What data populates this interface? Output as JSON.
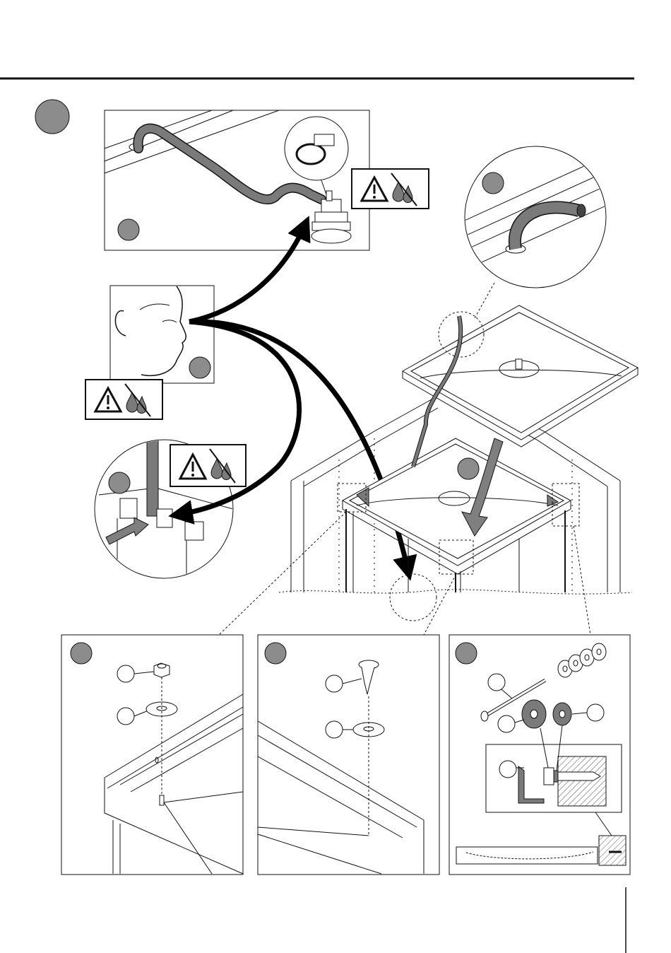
{
  "figure": {
    "step_markers": [
      {
        "id": "main-step",
        "fill": "#8c8c8c"
      },
      {
        "id": "drain-hose-detail",
        "fill": "#8c8c8c"
      },
      {
        "id": "listen-detail",
        "fill": "#8c8c8c"
      },
      {
        "id": "valve-detail",
        "fill": "#8c8c8c"
      },
      {
        "id": "hose-outlet-detail",
        "fill": "#8c8c8c"
      },
      {
        "id": "tray-placement",
        "fill": "#8c8c8c"
      },
      {
        "id": "nut-washer-detail",
        "fill": "#8c8c8c"
      },
      {
        "id": "screw-washer-detail",
        "fill": "#8c8c8c"
      },
      {
        "id": "wall-fixing-detail",
        "fill": "#8c8c8c"
      }
    ],
    "warning_icons": [
      "warning-triangle-icon",
      "no-water-drops-icon"
    ],
    "colors": {
      "line": "#111111",
      "hose": "#7a7a7a",
      "marker": "#8c8c8c",
      "arrow": "#000000",
      "grey_arrow": "#7f7f7f",
      "hatch": "#555555"
    }
  }
}
